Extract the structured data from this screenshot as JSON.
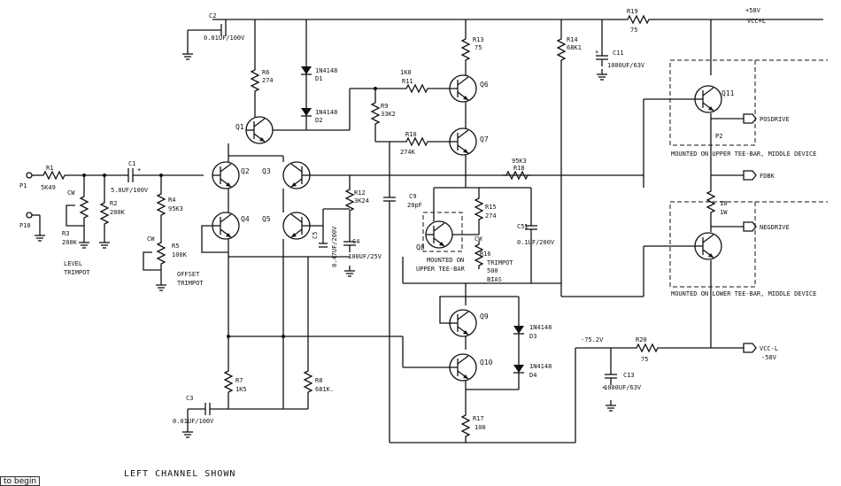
{
  "caption": "LEFT CHANNEL SHOWN",
  "rails": {
    "vccl_plus": "+58V",
    "vccl_plus_net": "VCC+L",
    "vccl_minus_net": "VCC-L",
    "vccl_minus": "-58V",
    "v_minus": "-75.2V"
  },
  "ports": {
    "p1": "P1",
    "p10": "P10",
    "posdrive": "POSDRIVE",
    "negdrive": "NEGDRIVE",
    "fdbk": "FDBK",
    "p2": "P2"
  },
  "components": {
    "r1": [
      "R1",
      "5K49"
    ],
    "r2": [
      "R2",
      "200K"
    ],
    "r3": [
      "R3",
      "200K"
    ],
    "r4": [
      "R4",
      "95K3"
    ],
    "r5": [
      "R5",
      "100K"
    ],
    "r6": [
      "R6",
      "274"
    ],
    "r7": [
      "R7",
      "1K5"
    ],
    "r8": [
      "R8",
      "681K."
    ],
    "r9": [
      "R9",
      "33K2"
    ],
    "r10": [
      "R10",
      "274K"
    ],
    "r11": [
      "1K0",
      "R11"
    ],
    "r12": [
      "R12",
      "3K24"
    ],
    "r13": [
      "R13",
      "75"
    ],
    "r14": [
      "R14",
      "68K1"
    ],
    "r15": [
      "R15",
      "274"
    ],
    "r16": [
      "R16",
      "TRIMPOT",
      "500",
      "BIAS"
    ],
    "r17": [
      "R17",
      "100"
    ],
    "r18a": [
      "95K3",
      "R18"
    ],
    "r18b": [
      "18",
      "1W"
    ],
    "r19": [
      "R19",
      "75"
    ],
    "r20": [
      "R20",
      "75"
    ],
    "c1": [
      "C1",
      "5.0UF/100V"
    ],
    "c2": [
      "C2",
      "0.01UF/100V"
    ],
    "c3": [
      "C3",
      "0.01UF/100V"
    ],
    "c4": [
      "C4",
      "100UF/25V"
    ],
    "c5": [
      "C5",
      "0.47UF/200V"
    ],
    "c9": [
      "C9",
      "20pF"
    ],
    "c11": [
      "C11",
      "1000UF/63V"
    ],
    "c13": [
      "C13",
      "1000UF/63V"
    ],
    "c51": [
      "C51",
      "0.1UF/200V"
    ],
    "d1": [
      "1N4148",
      "D1"
    ],
    "d2": [
      "1N4148",
      "D2"
    ],
    "d3": [
      "1N4148",
      "D3"
    ],
    "d4": [
      "1N4148",
      "D4"
    ]
  },
  "transistors": [
    "Q1",
    "Q2",
    "Q3",
    "Q4",
    "Q5",
    "Q6",
    "Q7",
    "Q8",
    "Q9",
    "Q10",
    "Q11"
  ],
  "notes": {
    "level_trimpot": [
      "LEVEL",
      "TRIMPOT"
    ],
    "offset_trimpot": [
      "OFFSET",
      "TRIMPOT"
    ],
    "cw": "CW",
    "q8_mount": [
      "MOUNTED ON",
      "UPPER TEE-BAR"
    ],
    "q11_mount": "MOUNTED ON UPPER TEE-BAR, MIDDLE DEVICE",
    "lower_mount": "MOUNTED ON LOWER TEE-BAR, MIDDLE DEVICE"
  },
  "plus_sign": "+",
  "begin_button": "to begin"
}
